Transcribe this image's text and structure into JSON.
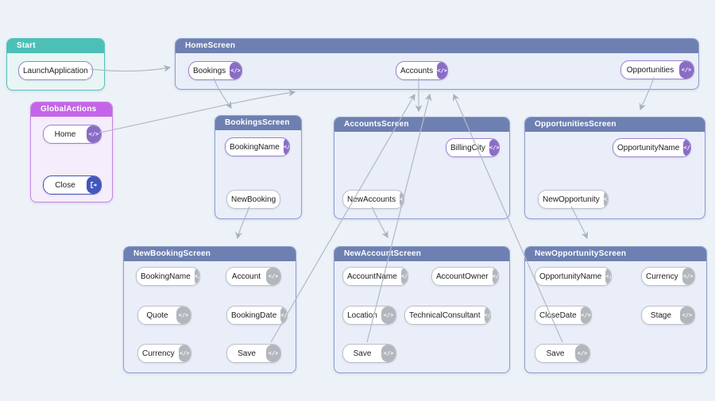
{
  "icons": {
    "code": "</>",
    "sign_out": "exit-arrow"
  },
  "palette": {
    "background": "#edf1f8",
    "screen_header": "#6d80b1",
    "screen_body": "#e9eef9",
    "start_header": "#4cc0b7",
    "global_header": "#c465e8",
    "purple_accent": "#8a6cc6",
    "gray_accent": "#b2b6bd",
    "blue_accent": "#4356bd",
    "wire": "#b2b9c6"
  },
  "screens": {
    "start": {
      "title": "Start",
      "elements": [
        {
          "label": "LaunchApplication",
          "icon": "code-icon",
          "style": "purple"
        }
      ]
    },
    "global_actions": {
      "title": "GlobalActions",
      "elements": [
        {
          "label": "Home",
          "icon": "code-icon",
          "style": "purple"
        },
        {
          "label": "Close",
          "icon": "sign-out-icon",
          "style": "blue"
        }
      ]
    },
    "home": {
      "title": "HomeScreen",
      "elements": [
        {
          "label": "Bookings",
          "icon": "code-icon",
          "style": "purple"
        },
        {
          "label": "Accounts",
          "icon": "code-icon",
          "style": "purple"
        },
        {
          "label": "Opportunities",
          "icon": "code-icon",
          "style": "purple"
        }
      ]
    },
    "bookings": {
      "title": "BookingsScreen",
      "elements": [
        {
          "label": "BookingName",
          "icon": "code-icon",
          "style": "purple"
        },
        {
          "label": "NewBooking",
          "icon": "code-icon",
          "style": "gray"
        }
      ]
    },
    "accounts": {
      "title": "AccountsScreen",
      "elements": [
        {
          "label": "BillingCity",
          "icon": "code-icon",
          "style": "purple"
        },
        {
          "label": "NewAccounts",
          "icon": "code-icon",
          "style": "gray"
        }
      ]
    },
    "opportunities": {
      "title": "OpportunitiesScreen",
      "elements": [
        {
          "label": "OpportunityName",
          "icon": "code-icon",
          "style": "purple"
        },
        {
          "label": "NewOpportunity",
          "icon": "code-icon",
          "style": "gray"
        }
      ]
    },
    "new_booking": {
      "title": "NewBookingScreen",
      "elements": [
        {
          "label": "BookingName",
          "icon": "code-icon",
          "style": "gray"
        },
        {
          "label": "Account",
          "icon": "code-icon",
          "style": "gray"
        },
        {
          "label": "Quote",
          "icon": "code-icon",
          "style": "gray"
        },
        {
          "label": "BookingDate",
          "icon": "code-icon",
          "style": "gray"
        },
        {
          "label": "Currency",
          "icon": "code-icon",
          "style": "gray"
        },
        {
          "label": "Save",
          "icon": "code-icon",
          "style": "gray"
        }
      ]
    },
    "new_account": {
      "title": "NewAccountScreen",
      "elements": [
        {
          "label": "AccountName",
          "icon": "code-icon",
          "style": "gray"
        },
        {
          "label": "AccountOwner",
          "icon": "code-icon",
          "style": "gray"
        },
        {
          "label": "Location",
          "icon": "code-icon",
          "style": "gray"
        },
        {
          "label": "TechnicalConsultant",
          "icon": "code-icon",
          "style": "gray"
        },
        {
          "label": "Save",
          "icon": "code-icon",
          "style": "gray"
        }
      ]
    },
    "new_opportunity": {
      "title": "NewOpportunityScreen",
      "elements": [
        {
          "label": "OpportunityName",
          "icon": "code-icon",
          "style": "gray"
        },
        {
          "label": "Currency",
          "icon": "code-icon",
          "style": "gray"
        },
        {
          "label": "CloseDate",
          "icon": "code-icon",
          "style": "gray"
        },
        {
          "label": "Stage",
          "icon": "code-icon",
          "style": "gray"
        },
        {
          "label": "Save",
          "icon": "code-icon",
          "style": "gray"
        }
      ]
    }
  },
  "connections": [
    {
      "from": "Start.LaunchApplication",
      "to": "HomeScreen"
    },
    {
      "from": "GlobalActions.Home",
      "to": "HomeScreen"
    },
    {
      "from": "HomeScreen.Bookings",
      "to": "BookingsScreen"
    },
    {
      "from": "HomeScreen.Accounts",
      "to": "AccountsScreen"
    },
    {
      "from": "HomeScreen.Opportunities",
      "to": "OpportunitiesScreen"
    },
    {
      "from": "BookingsScreen.NewBooking",
      "to": "NewBookingScreen"
    },
    {
      "from": "AccountsScreen.NewAccounts",
      "to": "NewAccountScreen"
    },
    {
      "from": "OpportunitiesScreen.NewOpportunity",
      "to": "NewOpportunityScreen"
    },
    {
      "from": "NewBookingScreen.Save",
      "to": "HomeScreen"
    },
    {
      "from": "NewAccountScreen.Save",
      "to": "HomeScreen"
    },
    {
      "from": "NewOpportunityScreen.Save",
      "to": "HomeScreen"
    }
  ]
}
